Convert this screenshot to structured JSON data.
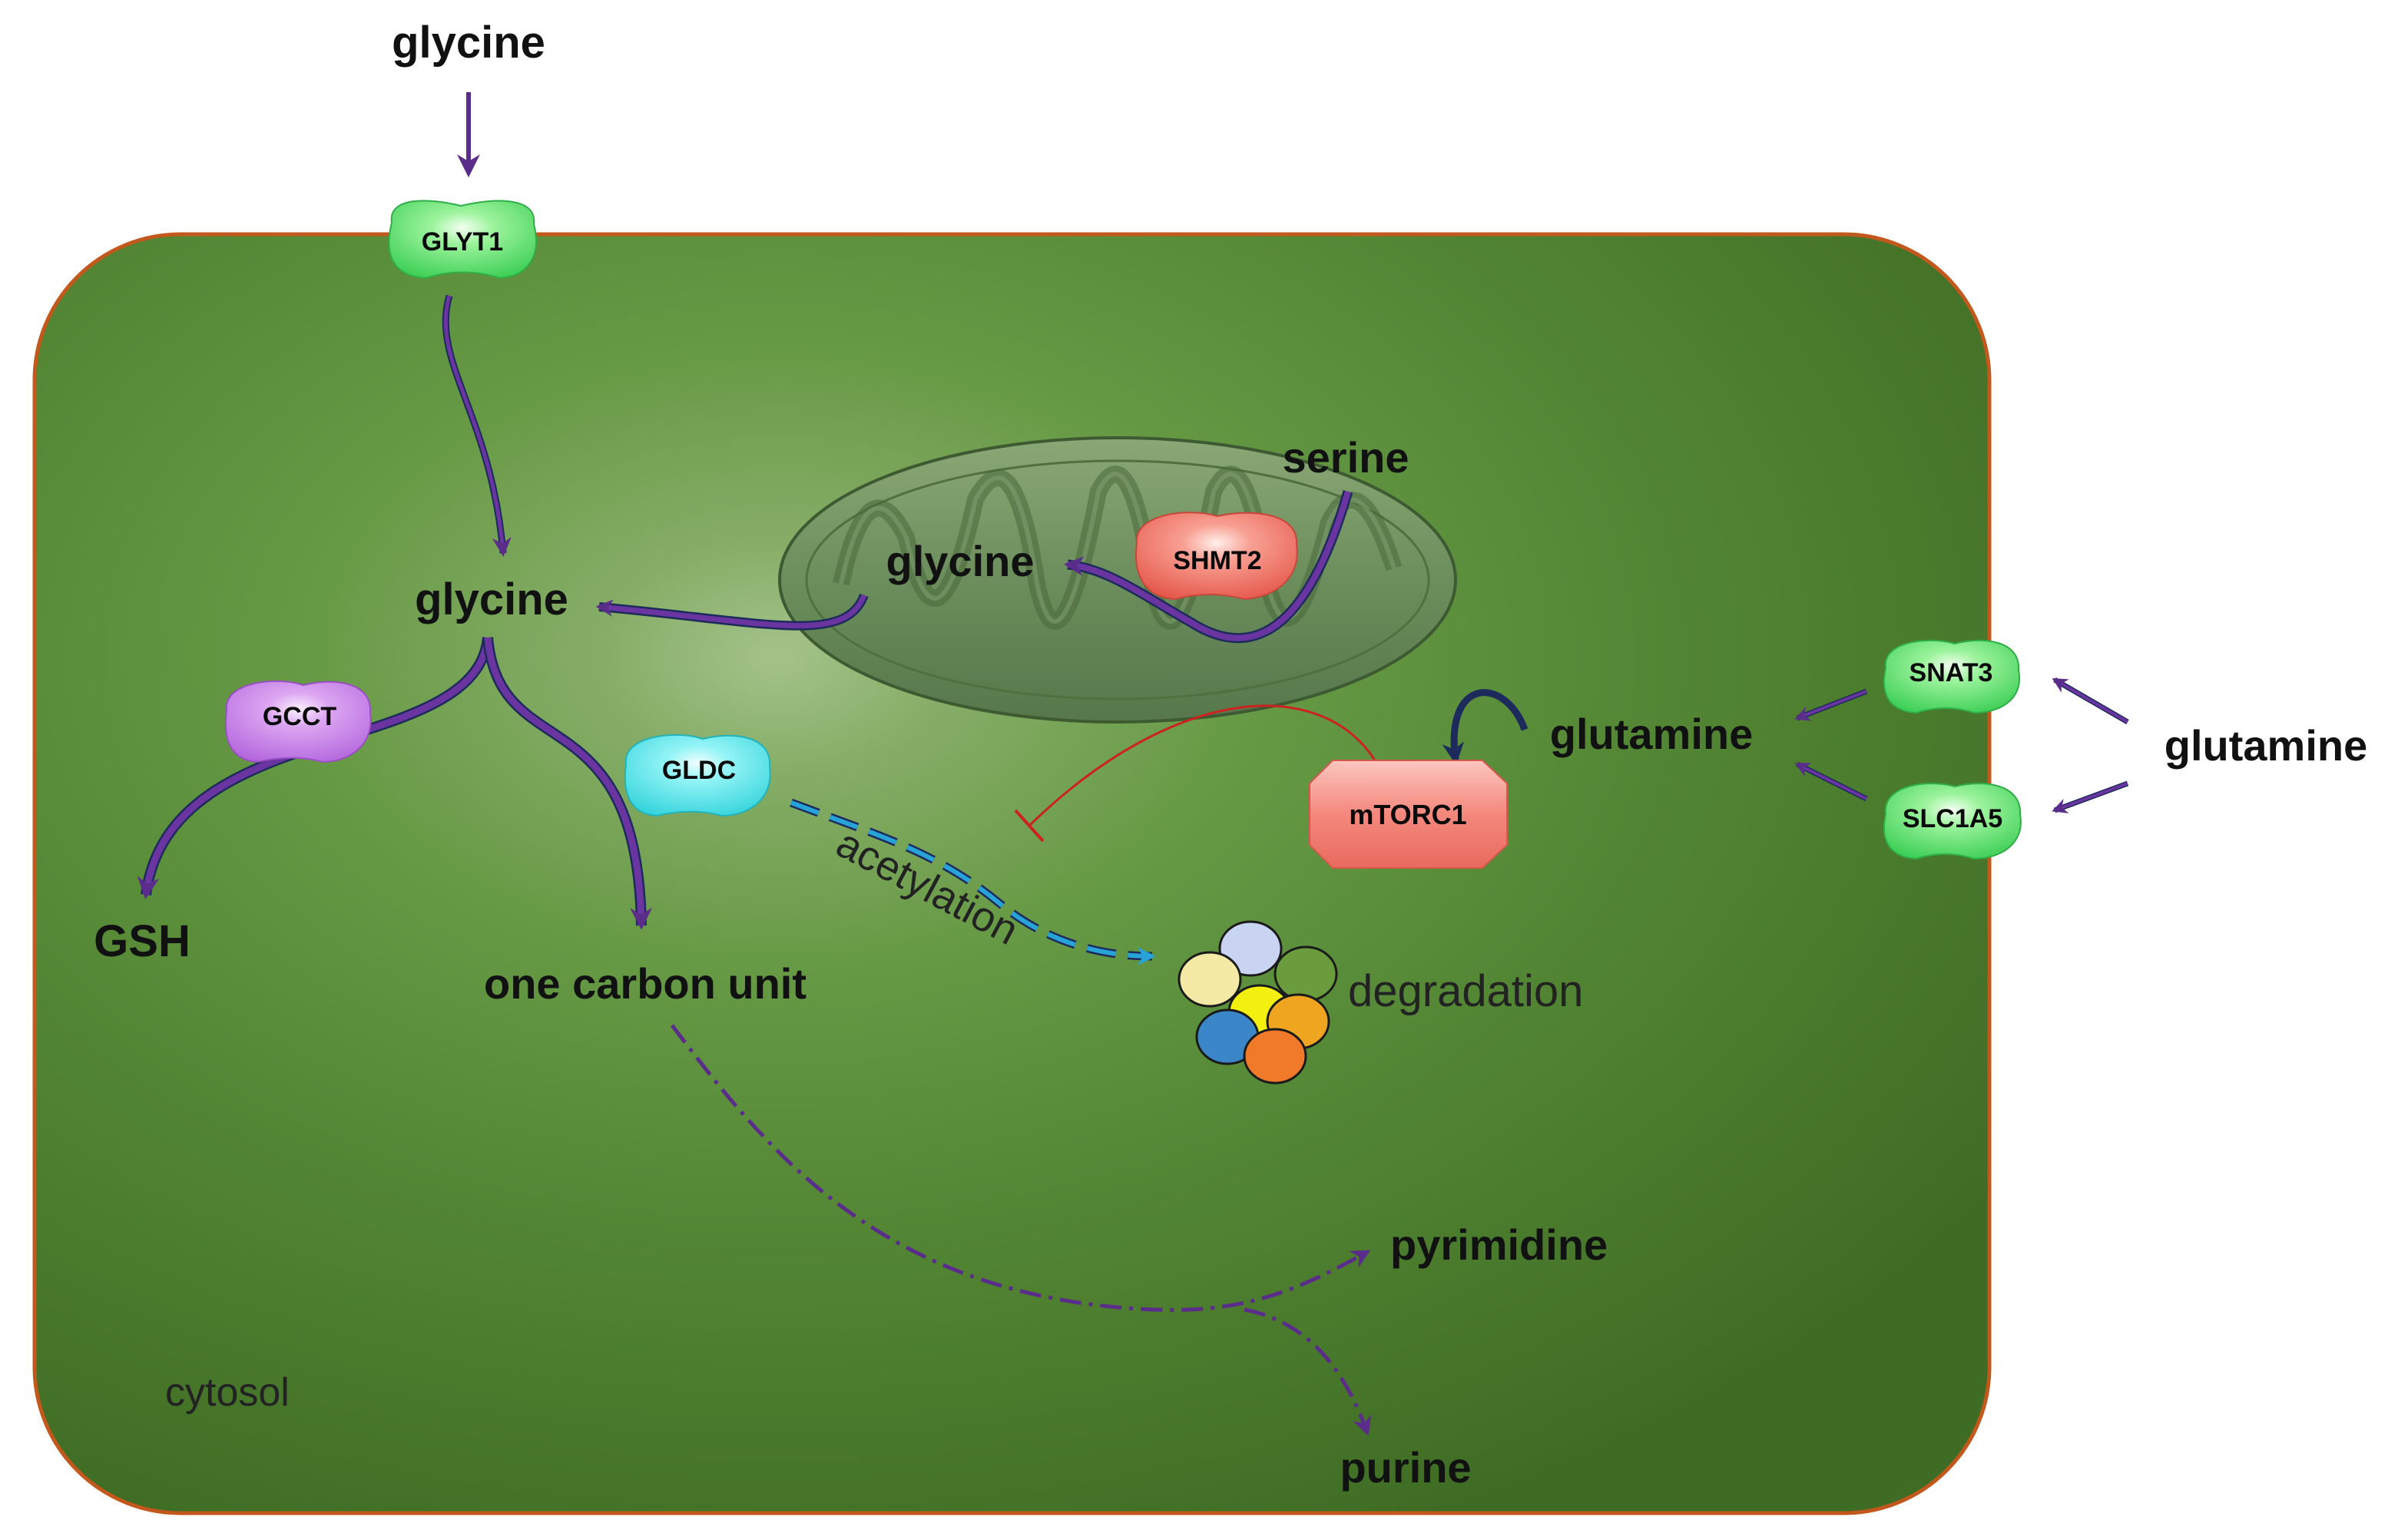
{
  "labels": {
    "glycine_outside": "glycine",
    "glycine_cytosol": "glycine",
    "glycine_mito": "glycine",
    "serine": "serine",
    "glutamine_inside": "glutamine",
    "glutamine_outside": "glutamine",
    "gsh": "GSH",
    "one_carbon_unit": "one carbon unit",
    "degradation": "degradation",
    "acetylation": "acetylation",
    "pyrimidine": "pyrimidine",
    "purine": "purine",
    "cytosol": "cytosol"
  },
  "proteins": {
    "glyt1": "GLYT1",
    "shmt2": "SHMT2",
    "gcct": "GCCT",
    "gldc": "GLDC",
    "mtorc1": "mTORC1",
    "snat3": "SNAT3",
    "slc1a5": "SLC1A5"
  },
  "colors": {
    "cell_fill": "#4e7f2f",
    "cell_border": "#c2581c",
    "arrow_purple": "#5b2d8a",
    "inhibit_red": "#cc2222",
    "dashed_blue": "#27a3d8",
    "transporter_green": "#5fe070",
    "shmt2_red": "#f07060",
    "gcct_violet": "#c97be6",
    "gldc_cyan": "#4fe0e6",
    "mtorc1_red": "#f48a80"
  }
}
